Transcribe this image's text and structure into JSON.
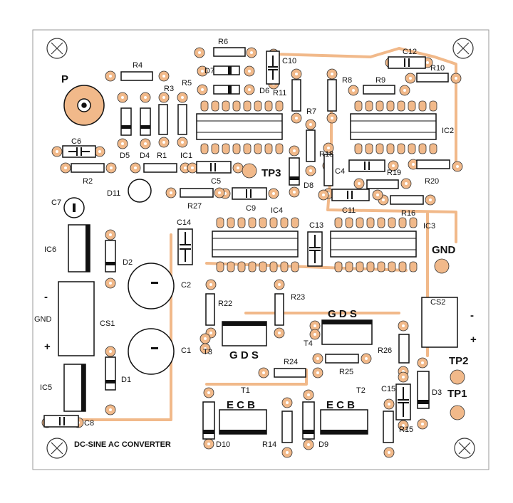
{
  "board": {
    "title": "DC-SINE AC CONVERTER",
    "pot_label": "P",
    "colors": {
      "pad": "#f1b98a",
      "trace": "#f1b98a",
      "silk": "#111111",
      "background": "#ffffff"
    }
  },
  "labels": {
    "R1": "R1",
    "R2": "R2",
    "R3": "R3",
    "R4": "R4",
    "R5": "R5",
    "R6": "R6",
    "R7": "R7",
    "R8": "R8",
    "R9": "R9",
    "R10": "R10",
    "R11": "R11",
    "R14": "R14",
    "R15": "R15",
    "R16": "R16",
    "R18": "R18",
    "R19": "R19",
    "R20": "R20",
    "R22": "R22",
    "R23": "R23",
    "R24": "R24",
    "R25": "R25",
    "R26": "R26",
    "R27": "R27",
    "C1": "C1",
    "C2": "C2",
    "C4": "C4",
    "C5": "C5",
    "C6": "C6",
    "C7": "C7",
    "C8": "C8",
    "C9": "C9",
    "C10": "C10",
    "C11": "C11",
    "C12": "C12",
    "C13": "C13",
    "C14": "C14",
    "C15": "C15",
    "D1": "D1",
    "D2": "D2",
    "D3": "D3",
    "D4": "D4",
    "D5": "D5",
    "D6": "D6",
    "D7": "D7",
    "D8": "D8",
    "D9": "D9",
    "D10": "D10",
    "D11": "D11",
    "IC1": "IC1",
    "IC2": "IC2",
    "IC3": "IC3",
    "IC4": "IC4",
    "IC5": "IC5",
    "IC6": "IC6",
    "T1": "T1",
    "T2": "T2",
    "T3": "T3",
    "T4": "T4",
    "CS1": "CS1",
    "CS2": "CS2",
    "TP1": "TP1",
    "TP2": "TP2",
    "TP3": "TP3",
    "GND_right": "GND",
    "GND_left": "GND",
    "minus": "-",
    "plus": "+",
    "ECB": "E C B",
    "GDS": "G D S"
  }
}
